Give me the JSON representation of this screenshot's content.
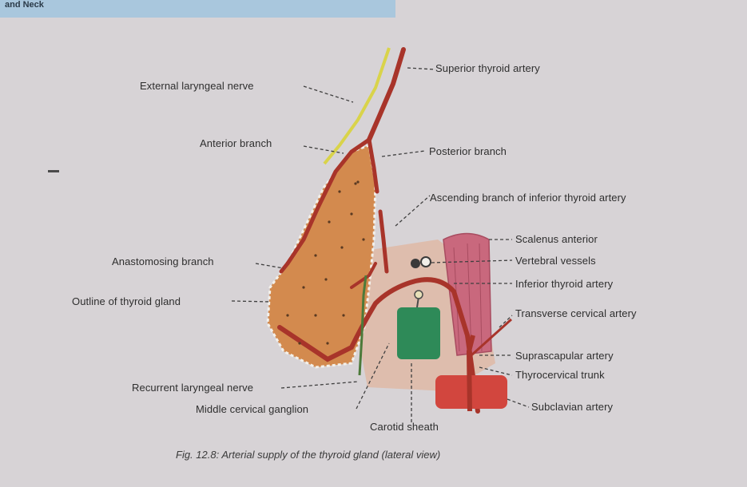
{
  "header": {
    "text": "and Neck"
  },
  "labels": {
    "superior_thyroid_artery": "Superior thyroid artery",
    "external_laryngeal_nerve": "External laryngeal nerve",
    "anterior_branch": "Anterior branch",
    "posterior_branch": "Posterior branch",
    "ascending_branch": "Ascending branch of inferior thyroid artery",
    "scalenus_anterior": "Scalenus anterior",
    "vertebral_vessels": "Vertebral vessels",
    "anastomosing_branch": "Anastomosing branch",
    "inferior_thyroid_artery": "Inferior thyroid artery",
    "outline_thyroid_gland": "Outline of thyroid gland",
    "transverse_cervical_artery": "Transverse cervical artery",
    "suprascapular_artery": "Suprascapular artery",
    "thyrocervical_trunk": "Thyrocervical trunk",
    "recurrent_laryngeal_nerve": "Recurrent laryngeal nerve",
    "subclavian_artery": "Subclavian artery",
    "middle_cervical_ganglion": "Middle cervical ganglion",
    "carotid_sheath": "Carotid sheath"
  },
  "caption": "Fig. 12.8: Arterial supply of the thyroid gland (lateral view)",
  "colors": {
    "paper": "#d7d3d6",
    "gland": "#d38a4e",
    "artery": "#a8342a",
    "nerve": "#d9d34a",
    "muscle": "#c9687d",
    "sheath": "#2e8a58",
    "subclavian": "#d2463e",
    "background_tissue": "#dfb9a6"
  }
}
